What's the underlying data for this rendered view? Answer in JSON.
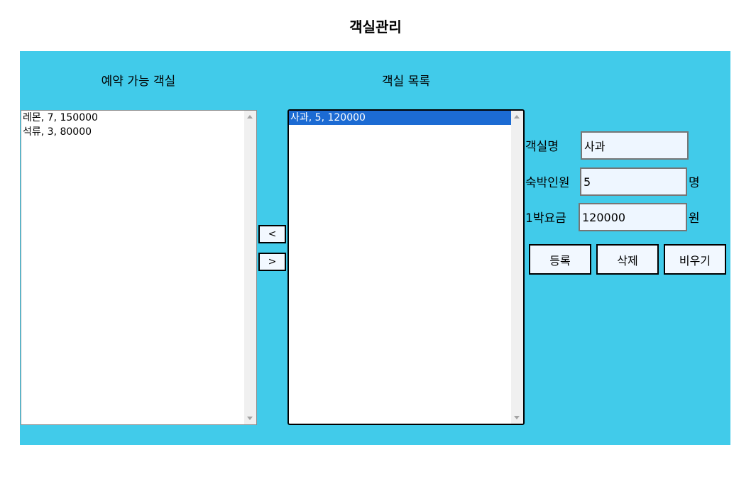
{
  "page": {
    "title": "객실관리"
  },
  "available": {
    "heading": "예약 가능 객실",
    "items": [
      "레몬, 7, 150000",
      "석류, 3, 80000"
    ]
  },
  "rooms": {
    "heading": "객실 목록",
    "items": [
      "사과, 5, 120000"
    ],
    "selected_index": 0
  },
  "transfer": {
    "left_label": "<",
    "right_label": ">"
  },
  "form": {
    "name_label": "객실명",
    "name_value": "사과",
    "capacity_label": "숙박인원",
    "capacity_value": "5",
    "capacity_unit": "명",
    "price_label": "1박요금",
    "price_value": "120000",
    "price_unit": "원"
  },
  "actions": {
    "register": "등록",
    "delete": "삭제",
    "clear": "비우기"
  },
  "colors": {
    "panel": "#41cbea",
    "selection": "#1c6bd3",
    "input_bg": "#eef6ff"
  }
}
